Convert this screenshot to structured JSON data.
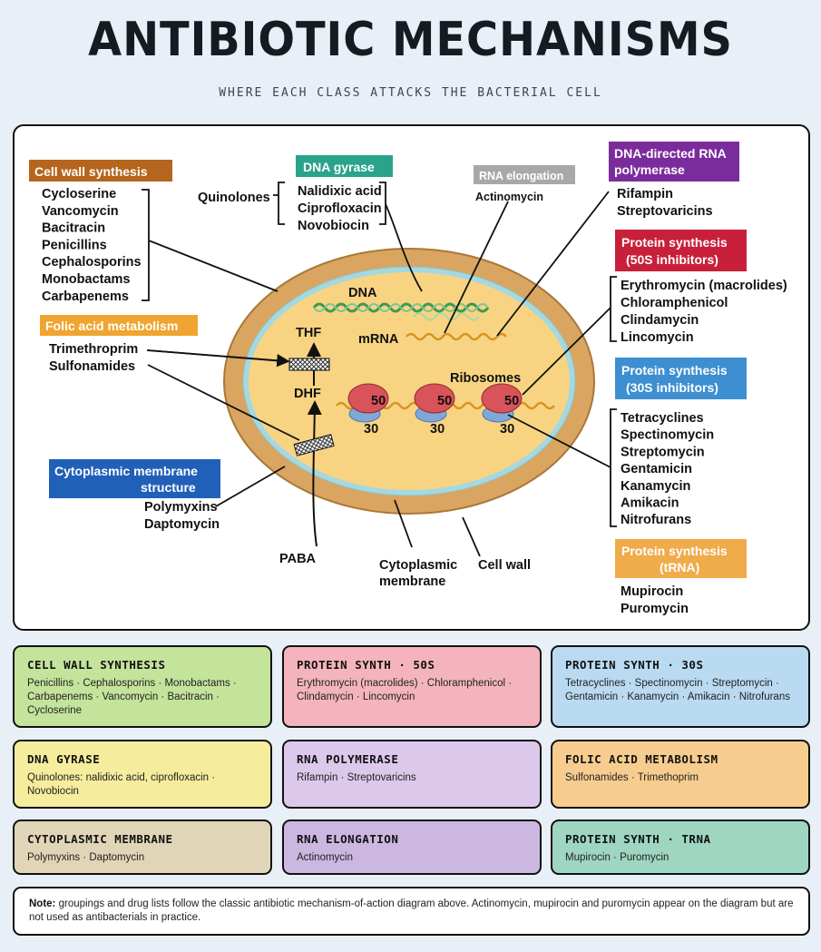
{
  "page": {
    "title": "ANTIBIOTIC MECHANISMS",
    "subtitle": "WHERE EACH CLASS ATTACKS THE BACTERIAL CELL"
  },
  "diagram": {
    "headers": {
      "cell_wall": "Cell wall synthesis",
      "dna_gyrase": "DNA gyrase",
      "rna_elongation": "RNA elongation",
      "rna_polymerase_1": "DNA-directed RNA",
      "rna_polymerase_2": "polymerase",
      "p50_1": "Protein synthesis",
      "p50_2": "(50S inhibitors)",
      "p30_1": "Protein synthesis",
      "p30_2": "(30S inhibitors)",
      "trna_1": "Protein synthesis",
      "trna_2": "(tRNA)",
      "folic": "Folic acid metabolism",
      "membrane_1": "Cytoplasmic membrane",
      "membrane_2": "structure"
    },
    "drugs": {
      "cell_wall": [
        "Cycloserine",
        "Vancomycin",
        "Bacitracin",
        "Penicillins",
        "Cephalosporins",
        "Monobactams",
        "Carbapenems"
      ],
      "dna_gyrase": [
        "Nalidixic acid",
        "Ciprofloxacin",
        "Novobiocin"
      ],
      "quinolones": "Quinolones",
      "rna_elongation": [
        "Actinomycin"
      ],
      "rna_polymerase": [
        "Rifampin",
        "Streptovaricins"
      ],
      "p50": [
        "Erythromycin (macrolides)",
        "Chloramphenicol",
        "Clindamycin",
        "Lincomycin"
      ],
      "p30": [
        "Tetracyclines",
        "Spectinomycin",
        "Streptomycin",
        "Gentamicin",
        "Kanamycin",
        "Amikacin",
        "Nitrofurans"
      ],
      "trna": [
        "Mupirocin",
        "Puromycin"
      ],
      "folic": [
        "Trimethroprim",
        "Sulfonamides"
      ],
      "membrane": [
        "Polymyxins",
        "Daptomycin"
      ]
    },
    "labels": {
      "dna": "DNA",
      "mrna": "mRNA",
      "thf": "THF",
      "dhf": "DHF",
      "paba": "PABA",
      "ribosomes": "Ribosomes",
      "r50": "50",
      "r30": "30",
      "cyto_1": "Cytoplasmic",
      "cyto_2": "membrane",
      "cell_wall": "Cell wall"
    },
    "colors": {
      "cell_wall": "#b5651d",
      "dna_gyrase": "#2aa38b",
      "rna_elongation": "#a8a8a8",
      "rna_polymerase": "#7b2c9c",
      "p50": "#c8203a",
      "p30": "#3d8fd1",
      "trna": "#f0ab4a",
      "folic": "#f0a531",
      "membrane": "#2160b8"
    }
  },
  "cards": [
    {
      "title": "CELL WALL SYNTHESIS",
      "text": "Penicillins · Cephalosporins · Monobactams · Carbapenems · Vancomycin · Bacitracin · Cycloserine",
      "color": "#c4e39b"
    },
    {
      "title": "PROTEIN SYNTH · 50S",
      "text": "Erythromycin (macrolides) · Chloramphenicol · Clindamycin · Lincomycin",
      "color": "#f4b4bd"
    },
    {
      "title": "PROTEIN SYNTH · 30S",
      "text": "Tetracyclines · Spectinomycin · Streptomycin · Gentamicin · Kanamycin · Amikacin · Nitrofurans",
      "color": "#b9daf0"
    },
    {
      "title": "DNA GYRASE",
      "text": "Quinolones: nalidixic acid, ciprofloxacin · Novobiocin",
      "color": "#f5ec9d"
    },
    {
      "title": "RNA POLYMERASE",
      "text": "Rifampin · Streptovaricins",
      "color": "#dbc8ea"
    },
    {
      "title": "FOLIC ACID METABOLISM",
      "text": "Sulfonamides · Trimethoprim",
      "color": "#f6cd8e"
    },
    {
      "title": "CYTOPLASMIC MEMBRANE",
      "text": "Polymyxins · Daptomycin",
      "color": "#e0d5b6"
    },
    {
      "title": "RNA ELONGATION",
      "text": "Actinomycin",
      "color": "#cbb7df"
    },
    {
      "title": "PROTEIN SYNTH · TRNA",
      "text": "Mupirocin · Puromycin",
      "color": "#9ed6c1"
    }
  ],
  "note": {
    "label": "Note:",
    "text": "groupings and drug lists follow the classic antibiotic mechanism-of-action diagram above. Actinomycin, mupirocin and puromycin appear on the diagram but are not used as antibacterials in practice."
  }
}
